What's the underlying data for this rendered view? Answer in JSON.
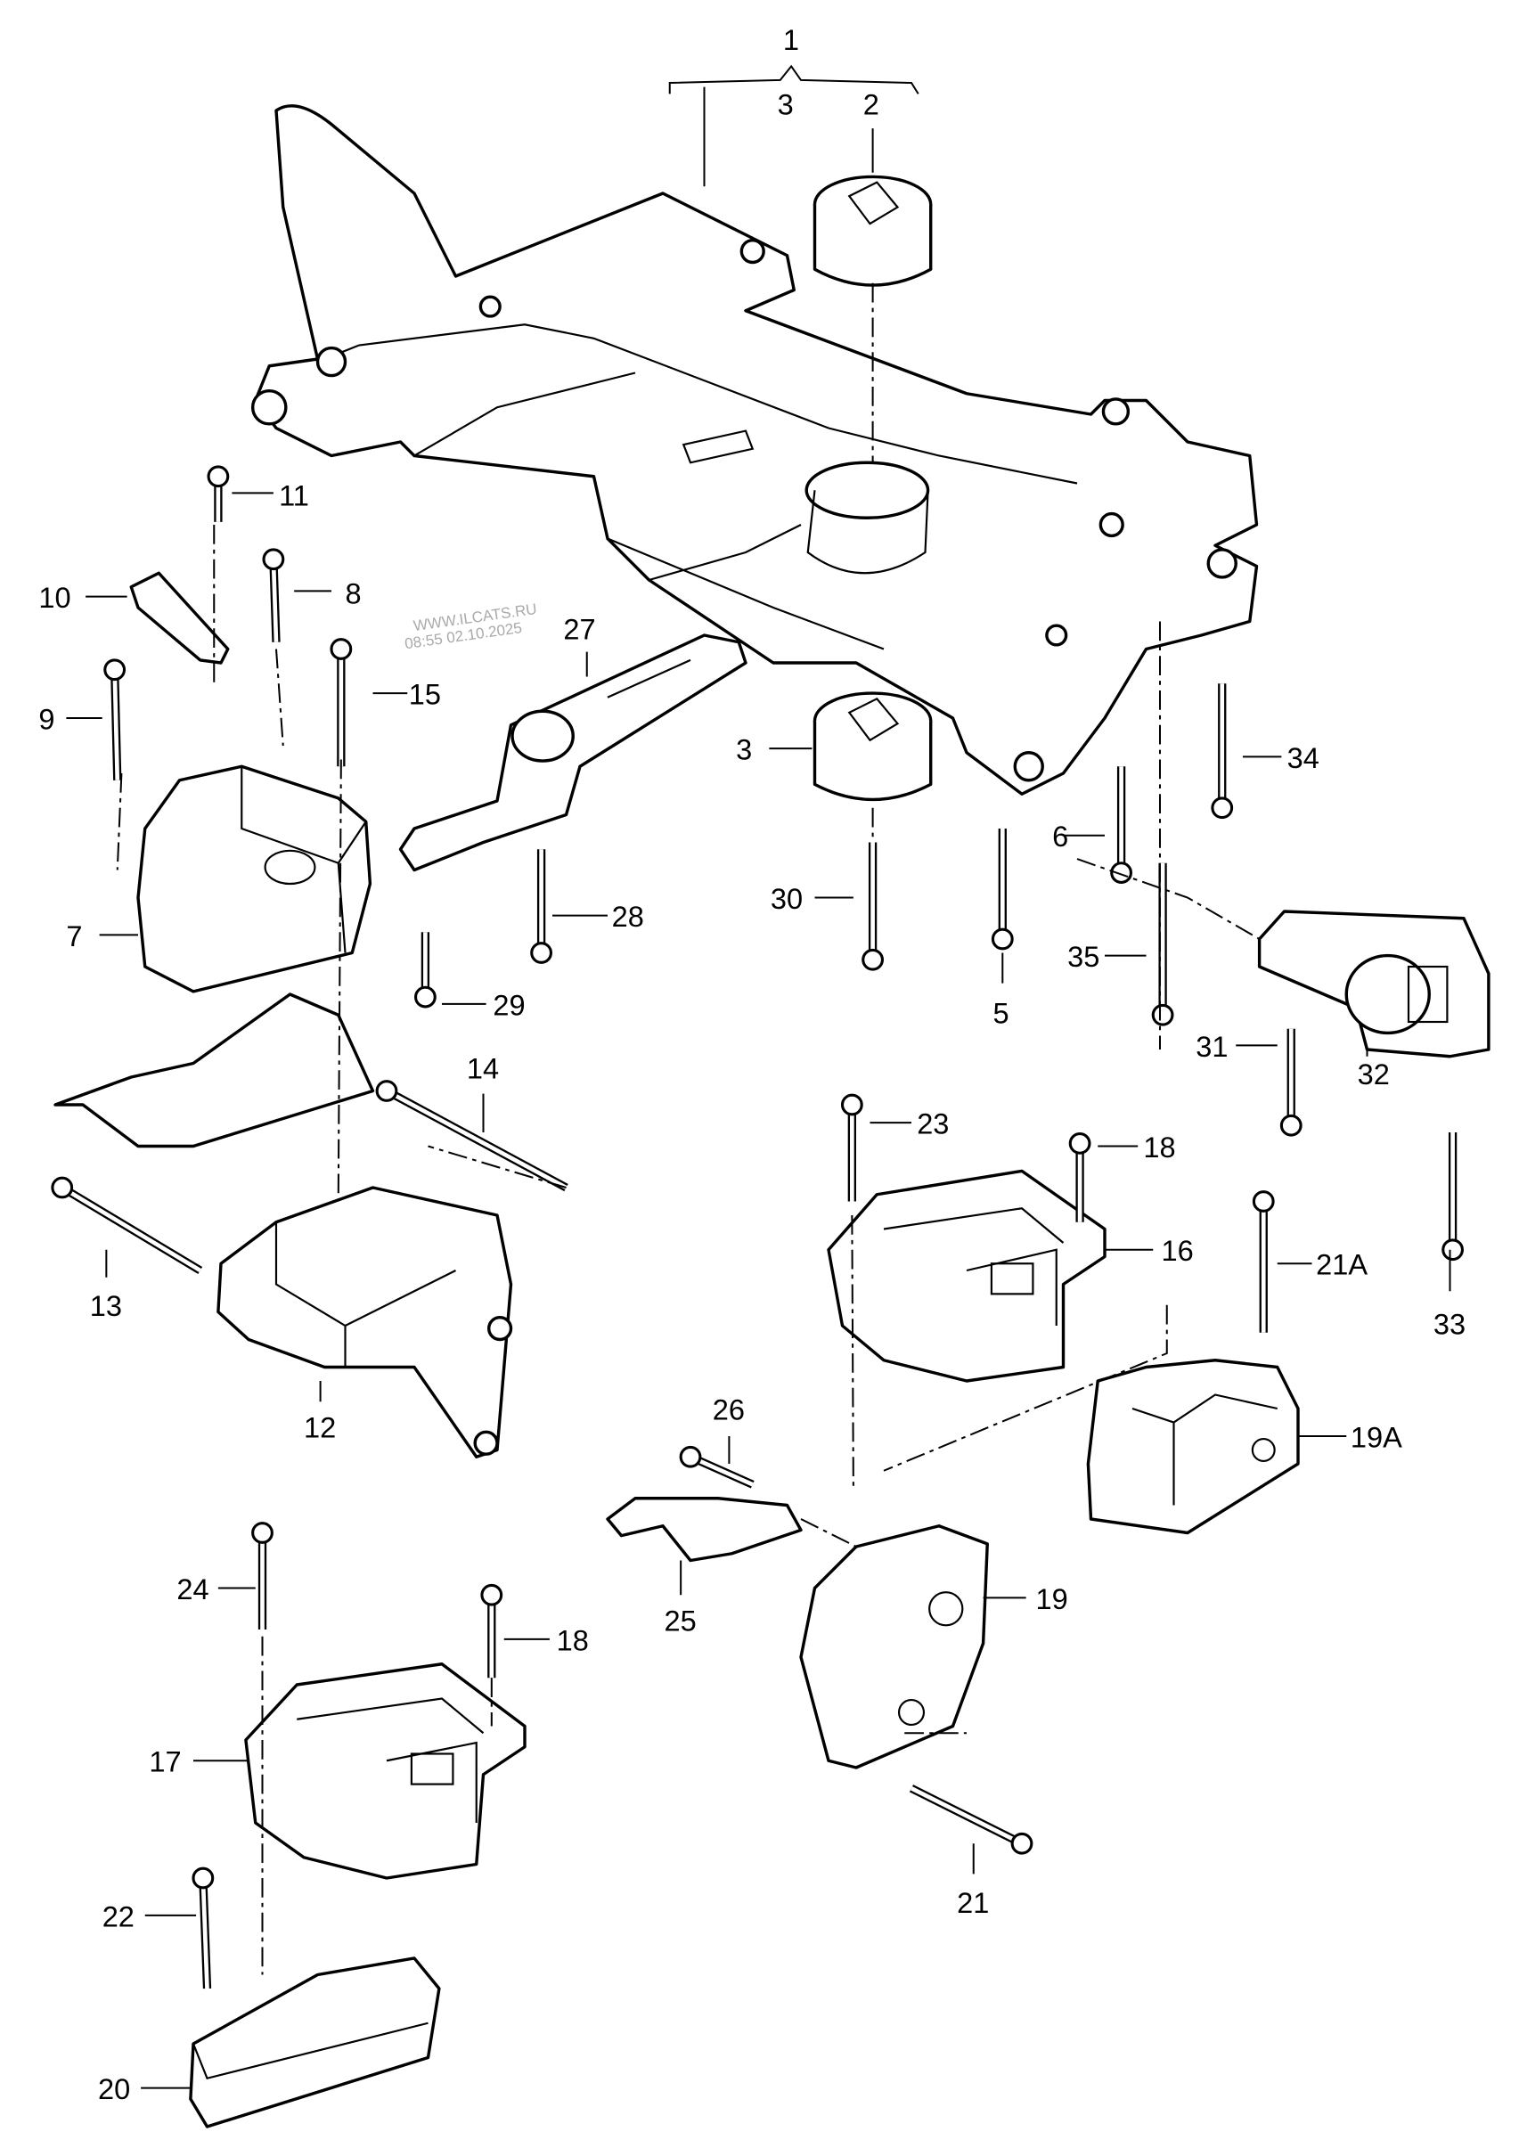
{
  "diagram": {
    "labels": [
      "1",
      "3",
      "2",
      "11",
      "8",
      "10",
      "9",
      "15",
      "27",
      "3",
      "34",
      "6",
      "7",
      "28",
      "30",
      "29",
      "5",
      "35",
      "14",
      "31",
      "32",
      "23",
      "18",
      "13",
      "16",
      "21A",
      "33",
      "12",
      "26",
      "19A",
      "19",
      "25",
      "24",
      "18",
      "17",
      "21",
      "22",
      "20"
    ],
    "watermark": [
      "WWW.ILCATS.RU",
      "08:55 02.10.2025"
    ]
  }
}
